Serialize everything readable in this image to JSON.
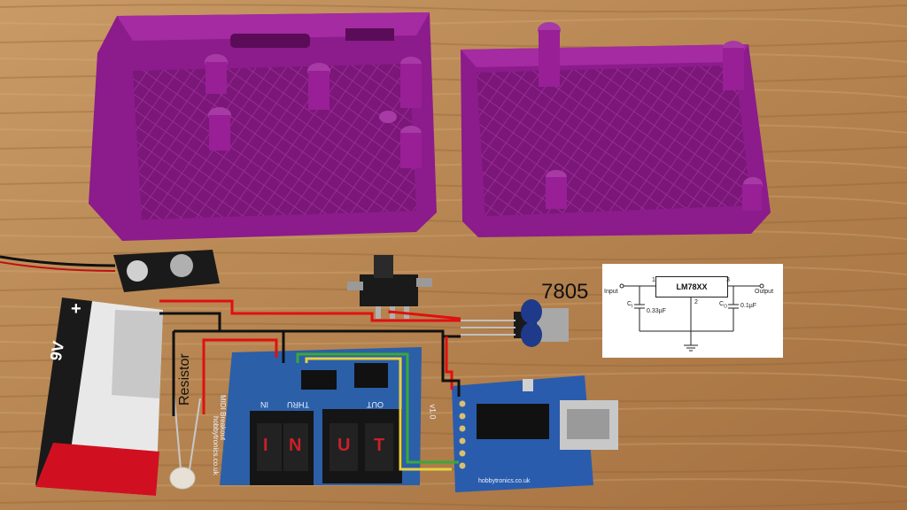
{
  "labels": {
    "regulator_part": "7805",
    "resistor": "Resistor"
  },
  "schematic": {
    "chip": "LM78XX",
    "input": "Input",
    "output": "Output",
    "pin1": "1",
    "pin2": "2",
    "pin3": "3",
    "cin_label": "C",
    "cin_sub": "I",
    "cin_value": "0.33µF",
    "cout_label": "C",
    "cout_sub": "O",
    "cout_value": "0.1µF"
  },
  "battery": {
    "voltage": "9V",
    "plus": "+"
  },
  "midi_board": {
    "title": "MIDI Breakout",
    "site": "hobbytronics.co.uk",
    "in_label": "IN",
    "thru_label": "THRU",
    "out_label": "OUT",
    "version": "v1.0",
    "port_letters": [
      "I",
      "N",
      "U",
      "T"
    ]
  },
  "usb_board": {
    "site": "hobbytronics.co.uk"
  },
  "colors": {
    "wood": "#b98a5a",
    "enclosure": "#8a1a8a",
    "pcb": "#2b5fa8",
    "wire_red": "#e01010",
    "wire_black": "#111111",
    "wire_green": "#3aa83a",
    "wire_yellow": "#e8d040"
  }
}
